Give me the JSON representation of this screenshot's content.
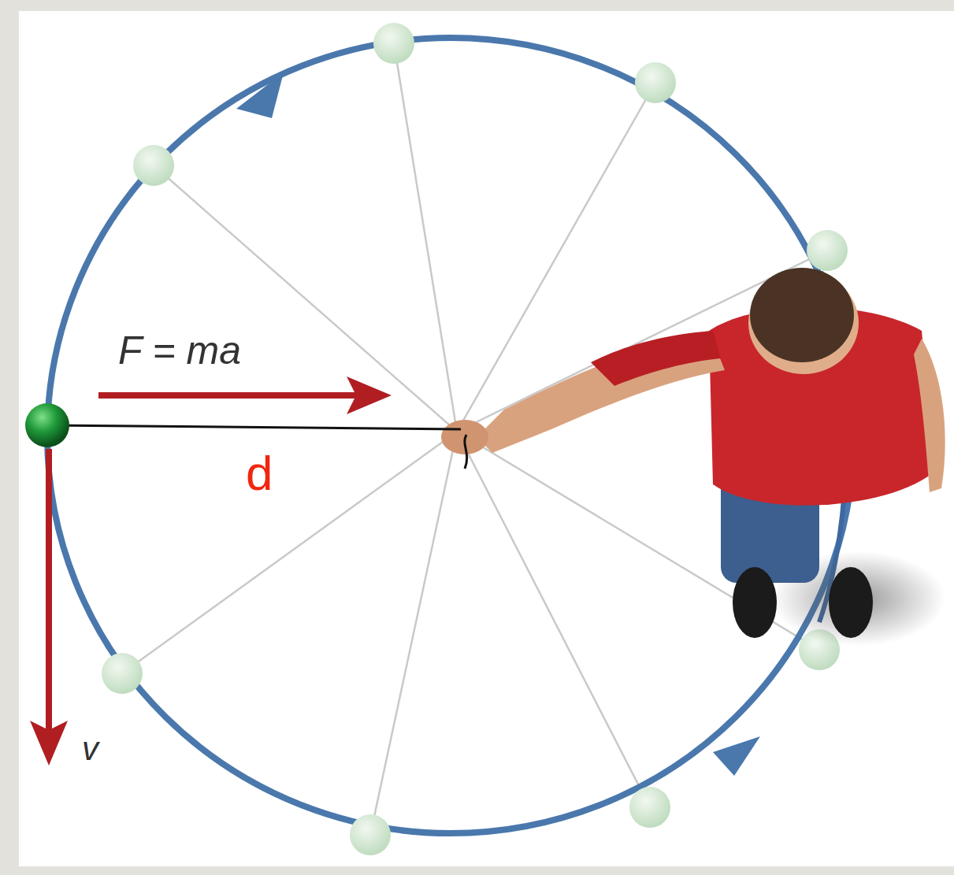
{
  "diagram": {
    "labels": [
      "F = ma",
      "d",
      "v"
    ]
  }
}
